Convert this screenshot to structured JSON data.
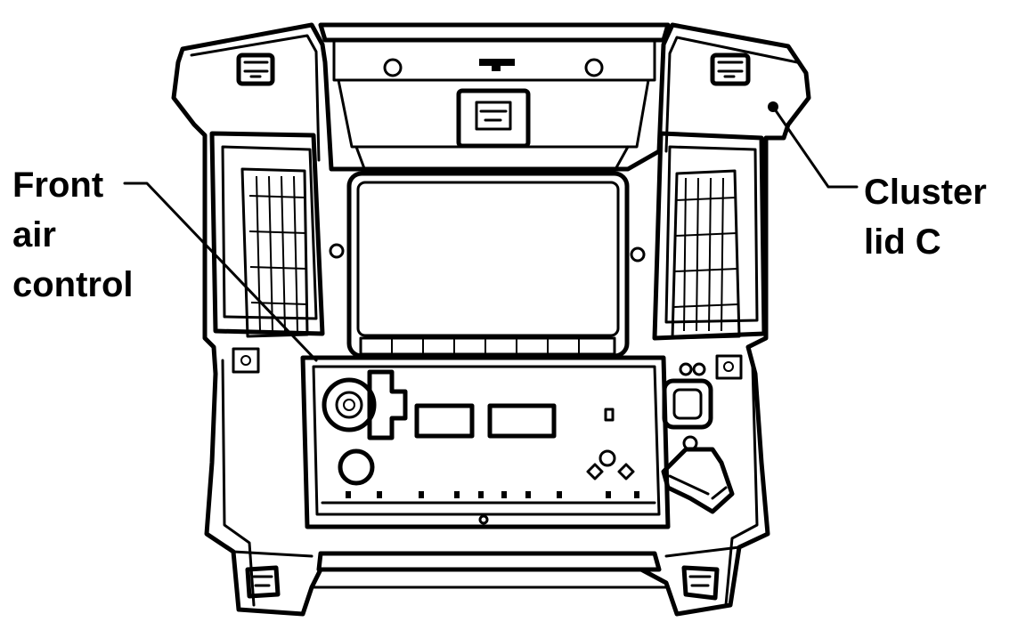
{
  "labels": {
    "front_air_control": [
      "Front",
      "air",
      "control"
    ],
    "cluster_lid_c": [
      "Cluster",
      "lid C"
    ]
  }
}
